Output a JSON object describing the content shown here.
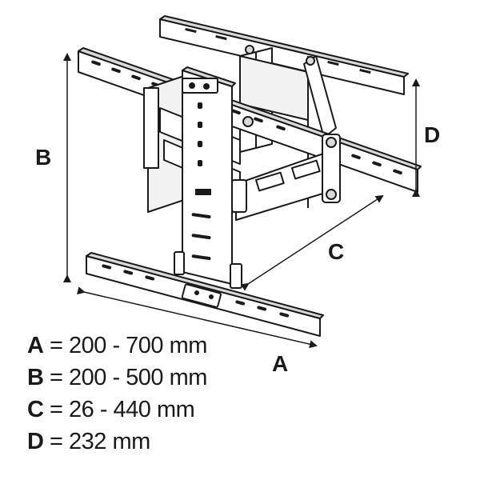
{
  "dimensions": [
    {
      "letter": "A",
      "value": "200 - 700 mm"
    },
    {
      "letter": "B",
      "value": "200 - 500 mm"
    },
    {
      "letter": "C",
      "value": "26 - 440 mm"
    },
    {
      "letter": "D",
      "value": "232 mm"
    }
  ],
  "diagram": {
    "subject": "tv-wall-mount-bracket",
    "labels": {
      "a": "A",
      "b": "B",
      "c": "C",
      "d": "D"
    }
  },
  "colors": {
    "stroke": "#1a1a1a",
    "fill": "#ffffff",
    "shade": "#d9d9d9"
  }
}
